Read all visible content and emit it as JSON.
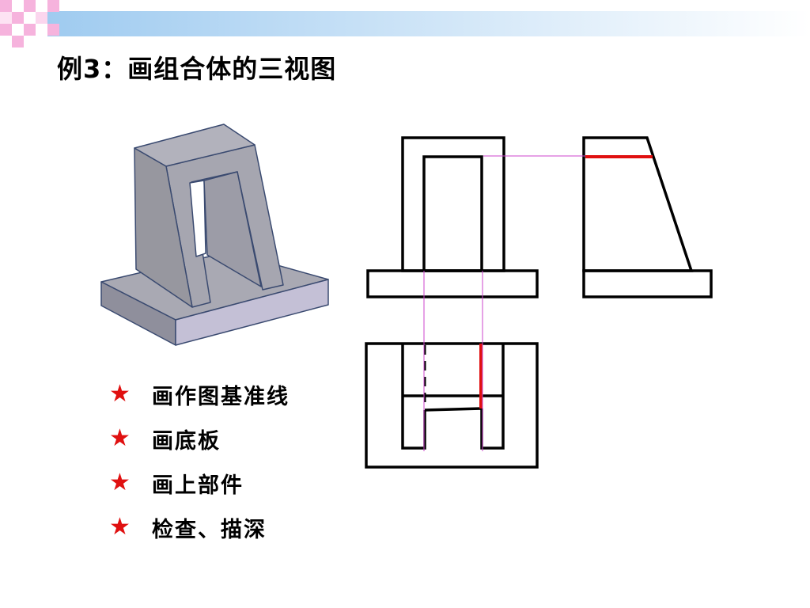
{
  "title": "例3：画组合体的三视图",
  "steps": [
    {
      "icon": "star-icon",
      "text": "画作图基准线"
    },
    {
      "icon": "star-icon",
      "text": "画底板"
    },
    {
      "icon": "star-icon",
      "text": "画上部件"
    },
    {
      "icon": "star-icon",
      "text": "检查、描深"
    }
  ],
  "colors": {
    "star": "#e01010",
    "highlight_line": "#e01010",
    "projection_line": "#cc44cc",
    "outline": "#000000",
    "model_face": "#a9a9b3",
    "model_edge": "#3a4a70",
    "header_gradient_start": "#9fcbf0",
    "header_gradient_end": "#ffffff",
    "header_pink": "#f4a6d8"
  }
}
